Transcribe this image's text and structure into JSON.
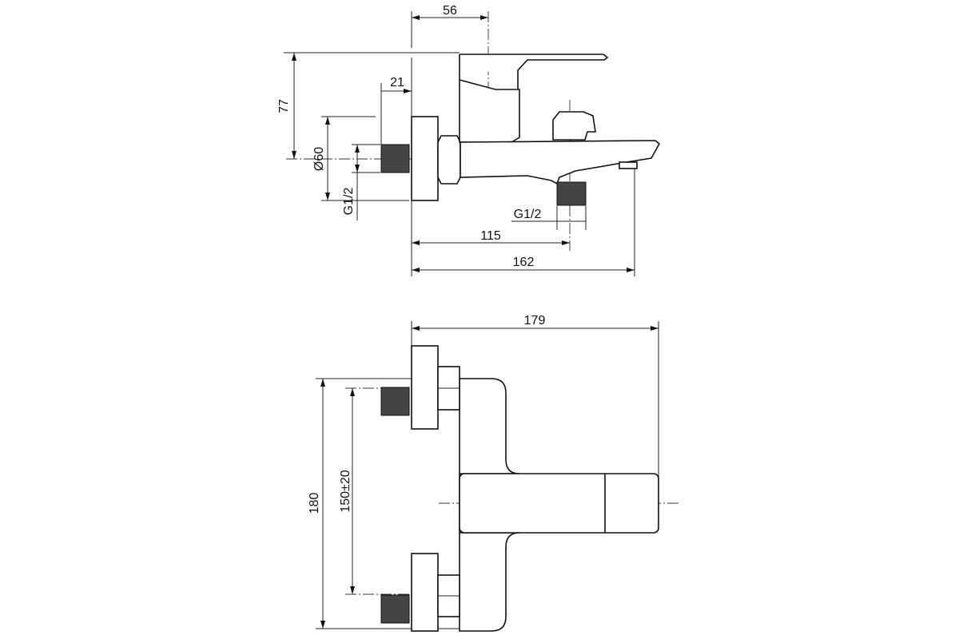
{
  "side_view": {
    "dim_lever_offset": "56",
    "dim_height": "77",
    "dim_thread_length": "21",
    "dim_flange_diameter": "Ø60",
    "dim_inlet_thread": "G1/2",
    "dim_outlet_thread": "G1/2",
    "dim_outlet_distance": "115",
    "dim_total_depth": "162"
  },
  "front_view": {
    "dim_total_depth": "179",
    "dim_total_height": "180",
    "dim_inlet_spacing": "150±20"
  }
}
